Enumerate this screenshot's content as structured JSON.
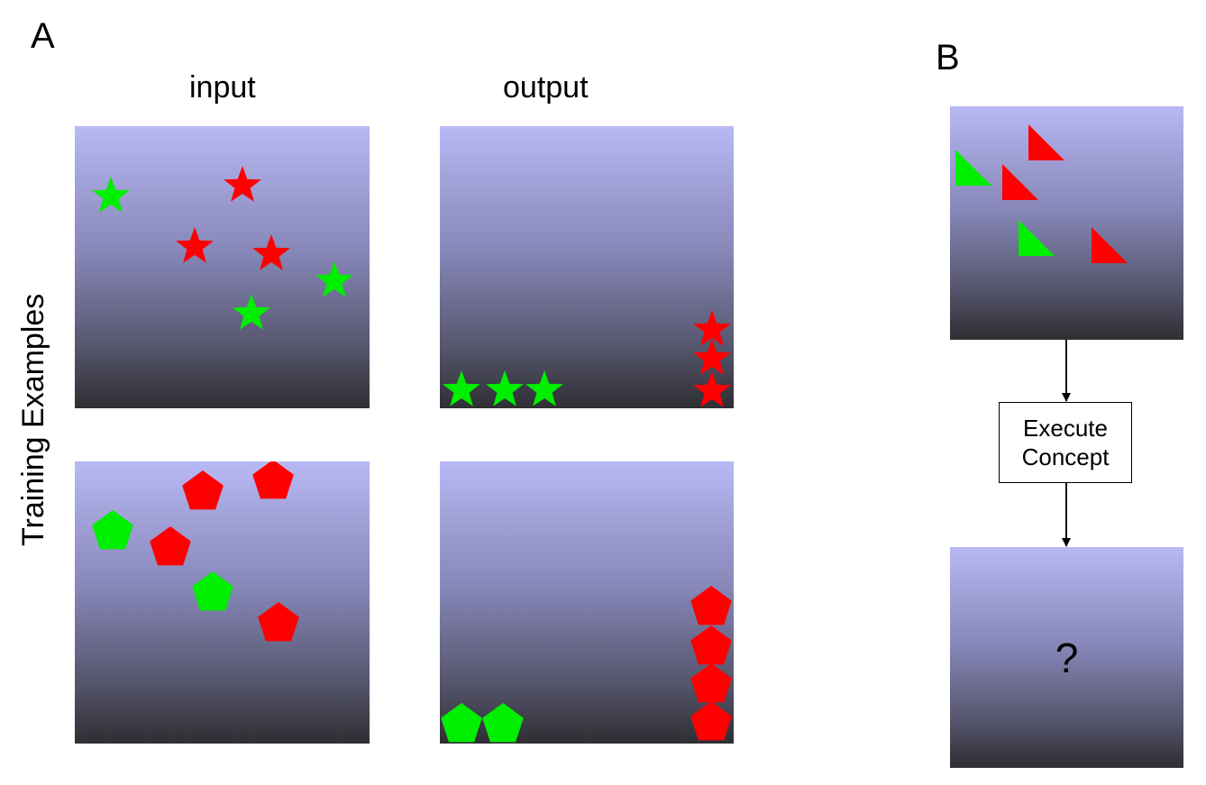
{
  "panel_a": {
    "letter": "A",
    "columns": {
      "input": "input",
      "output": "output"
    },
    "row_label": "Training Examples",
    "examples": [
      {
        "input": [
          {
            "shape": "star",
            "color": "green"
          },
          {
            "shape": "star",
            "color": "red"
          },
          {
            "shape": "star",
            "color": "red"
          },
          {
            "shape": "star",
            "color": "red"
          },
          {
            "shape": "star",
            "color": "green"
          },
          {
            "shape": "star",
            "color": "green"
          }
        ],
        "output": [
          {
            "shape": "star",
            "color": "green"
          },
          {
            "shape": "star",
            "color": "green"
          },
          {
            "shape": "star",
            "color": "green"
          },
          {
            "shape": "star",
            "color": "red"
          },
          {
            "shape": "star",
            "color": "red"
          },
          {
            "shape": "star",
            "color": "red"
          }
        ]
      },
      {
        "input": [
          {
            "shape": "pentagon",
            "color": "red"
          },
          {
            "shape": "pentagon",
            "color": "red"
          },
          {
            "shape": "pentagon",
            "color": "green"
          },
          {
            "shape": "pentagon",
            "color": "red"
          },
          {
            "shape": "pentagon",
            "color": "green"
          },
          {
            "shape": "pentagon",
            "color": "red"
          }
        ],
        "output": [
          {
            "shape": "pentagon",
            "color": "green"
          },
          {
            "shape": "pentagon",
            "color": "green"
          },
          {
            "shape": "pentagon",
            "color": "red"
          },
          {
            "shape": "pentagon",
            "color": "red"
          },
          {
            "shape": "pentagon",
            "color": "red"
          },
          {
            "shape": "pentagon",
            "color": "red"
          }
        ]
      }
    ]
  },
  "panel_b": {
    "letter": "B",
    "test_input": [
      {
        "shape": "triangle",
        "color": "red"
      },
      {
        "shape": "triangle",
        "color": "green"
      },
      {
        "shape": "triangle",
        "color": "red"
      },
      {
        "shape": "triangle",
        "color": "green"
      },
      {
        "shape": "triangle",
        "color": "red"
      }
    ],
    "process_label": "Execute Concept",
    "test_output": "?"
  },
  "colors": {
    "red": "#ff0000",
    "green": "#00ee00",
    "grid_top": "#b8b8f4",
    "grid_bottom": "#2e2e33"
  }
}
